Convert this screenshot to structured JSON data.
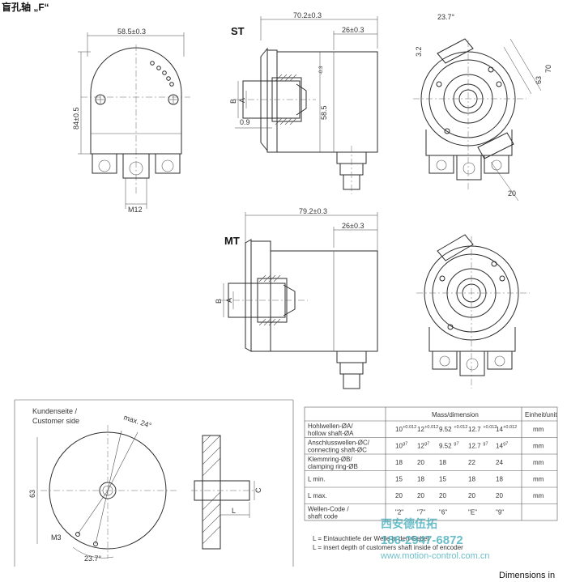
{
  "title": "盲孔轴 „F“",
  "footer": "Dimensions in",
  "views": {
    "st_label": "ST",
    "mt_label": "MT"
  },
  "dimensions": {
    "front_width": "58.5±0.3",
    "front_height": "84±0.5",
    "connector": "M12",
    "st_length": "70.2±0.3",
    "st_flange": "26±0.3",
    "st_diameter": "58.5",
    "st_diameter_tol": "-0.3",
    "shaft_B": "B",
    "shaft_A": "A",
    "st_offset": "0.9",
    "angle_top": "23.7°",
    "dim_32": "3.2",
    "dim_70": "70",
    "dim_63": "63",
    "dim_20": "20",
    "mt_length": "79.2±0.3",
    "mt_flange": "26±0.3",
    "cust_63": "63",
    "cust_max24": "max. 24°",
    "cust_m3": "M3",
    "cust_237": "23.7°",
    "side_L": "L",
    "side_C": "C"
  },
  "customer": {
    "line1": "Kundenseite /",
    "line2": "Customer side"
  },
  "table": {
    "header_mass": "Mass/dimension",
    "header_unit": "Einheit/unit",
    "rows": [
      {
        "label1": "Hohlwellen-ØA/",
        "label2": "hollow shaft-ØA",
        "v1": "10",
        "s1": "+0.012",
        "v2": "12",
        "s2": "+0.012",
        "v3": "9.52",
        "s3": "+0.012",
        "v4": "12.7",
        "s4": "+0.012",
        "v5": "14",
        "s5": "+0.012",
        "unit": "mm"
      },
      {
        "label1": "Anschlusswellen-ØC/",
        "label2": "connecting shaft-ØC",
        "v1": "10",
        "s1": "g7",
        "v2": "12",
        "s2": "g7",
        "v3": "9.52",
        "s3": "g7",
        "v4": "12.7",
        "s4": "g7",
        "v5": "14",
        "s5": "g7",
        "unit": "mm"
      },
      {
        "label1": "Klemmring-ØB/",
        "label2": "clamping ring-ØB",
        "v1": "18",
        "s1": "",
        "v2": "20",
        "s2": "",
        "v3": "18",
        "s3": "",
        "v4": "22",
        "s4": "",
        "v5": "24",
        "s5": "",
        "unit": "mm"
      },
      {
        "label1": "L min.",
        "label2": "",
        "v1": "15",
        "s1": "",
        "v2": "18",
        "s2": "",
        "v3": "15",
        "s3": "",
        "v4": "18",
        "s4": "",
        "v5": "18",
        "s5": "",
        "unit": "mm"
      },
      {
        "label1": "L max.",
        "label2": "",
        "v1": "20",
        "s1": "",
        "v2": "20",
        "s2": "",
        "v3": "20",
        "s3": "",
        "v4": "20",
        "s4": "",
        "v5": "20",
        "s5": "",
        "unit": "mm"
      },
      {
        "label1": "Wellen-Code /",
        "label2": "shaft code",
        "v1": "\"2\"",
        "s1": "",
        "v2": "\"7\"",
        "s2": "",
        "v3": "\"6\"",
        "s3": "",
        "v4": "\"E\"",
        "s4": "",
        "v5": "\"9\"",
        "s5": "",
        "unit": ""
      }
    ],
    "note1": "L = Eintauchtiefe der Welle in den Geber",
    "note2": "L = insert depth of customers shaft inside of encoder"
  },
  "watermark": {
    "name": "西安德伍拓",
    "phone": "186-2947-6872",
    "url": "www.motion-control.com.cn"
  }
}
